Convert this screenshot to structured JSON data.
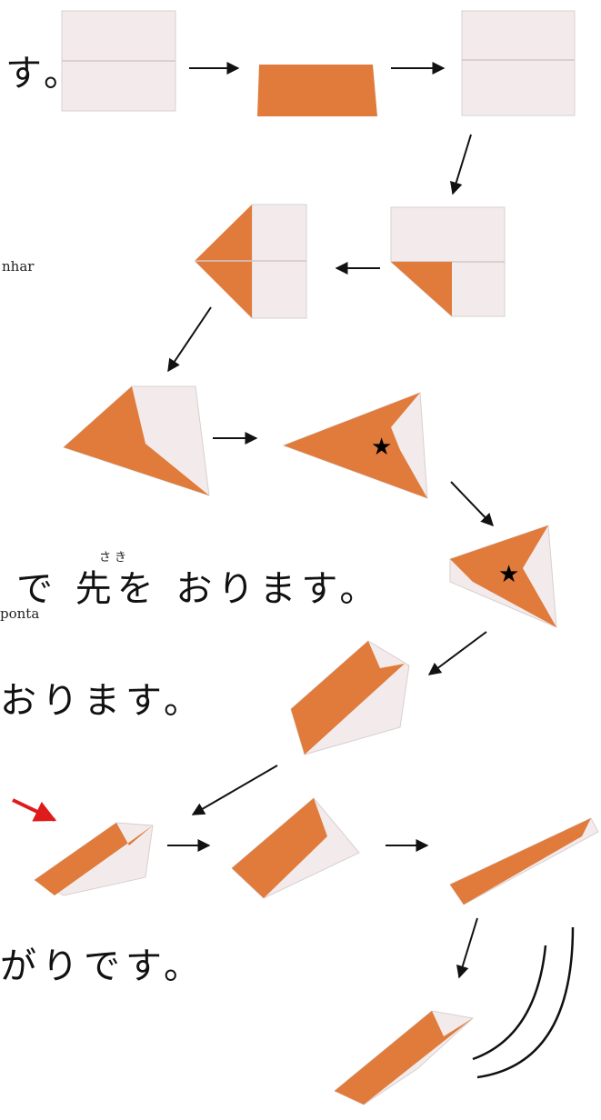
{
  "instructions": {
    "top_fragment": "す。",
    "portuguese_fragment_1": "nhar",
    "step_line_1": "で 先を おります。",
    "ruby_saki": "さき",
    "portuguese_fragment_2": "ponta",
    "step_line_2": "おります。",
    "step_line_3": "がりです。"
  },
  "colors": {
    "paper_white": "#f3ebeb",
    "paper_orange": "#e07b3c",
    "arrow": "#111111",
    "highlight_arrow": "#e01b1b"
  },
  "icons": [
    "arrow-right-icon",
    "arrow-left-icon",
    "arrow-diagonal-icon",
    "star-icon",
    "motion-lines-icon"
  ]
}
